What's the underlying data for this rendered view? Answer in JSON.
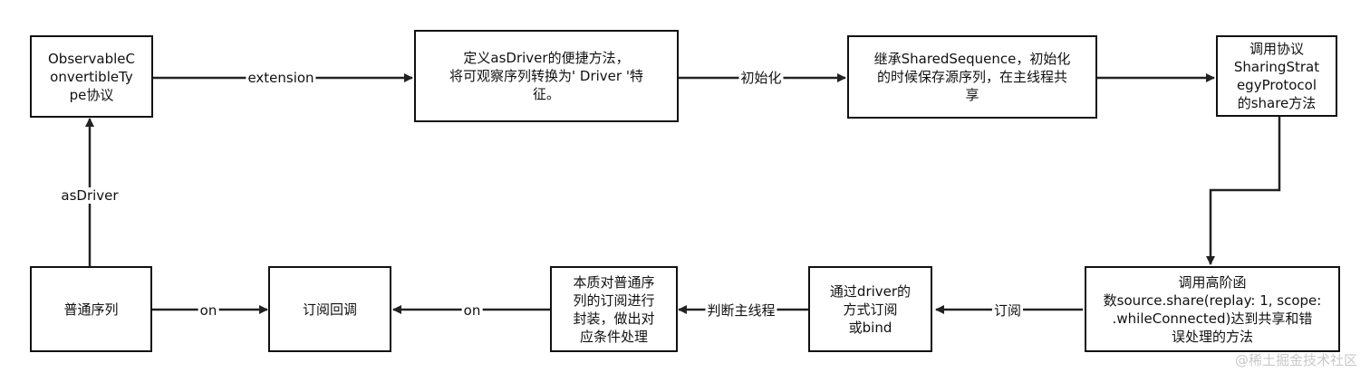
{
  "nodes": {
    "observable": "ObservableC\nonvertibleTy\npe协议",
    "define_driver": "定义asDriver的便捷方法，\n将可观察序列转换为' Driver '特\n征。",
    "inherit": "继承SharedSequence，初始化\n的时候保存源序列，在主线程共\n享",
    "call_protocol": "调用协议\nSharingStrat\negyProtocol\n的share方法",
    "call_high_order": "调用高阶函\n数source.share(replay: 1, scope:\n.whileConnected)达到共享和错\n误处理的方法",
    "via_driver": "通过driver的\n方式订阅\n或bind",
    "essence": "本质对普通序\n列的订阅进行\n封装，做出对\n应条件处理",
    "subscribe_callback": "订阅回调",
    "normal_sequence": "普通序列"
  },
  "edges": {
    "extension": "extension",
    "init": "初始化",
    "as_driver": "asDriver",
    "subscribe": "订阅",
    "judge_main_thread": "判断主线程",
    "on_1": "on",
    "on_2": "on"
  },
  "watermark": "@稀土掘金技术社区"
}
